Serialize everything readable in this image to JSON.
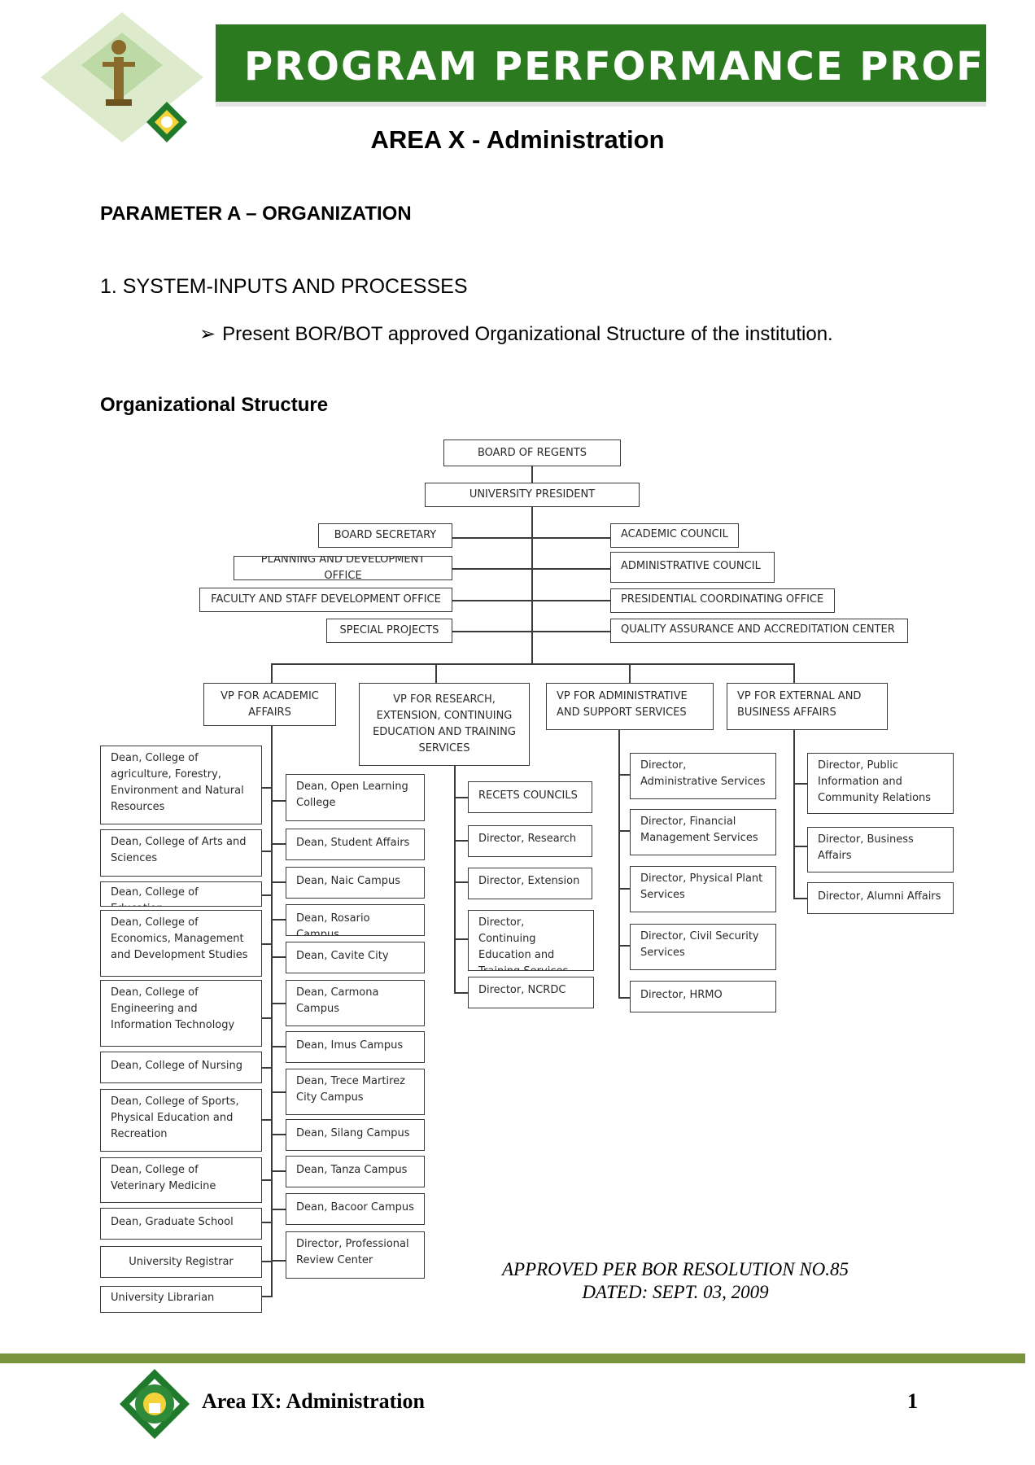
{
  "header": {
    "title": "PROGRAM PERFORMANCE PROFILE"
  },
  "area_title": "AREA X - Administration",
  "parameter_heading": "PARAMETER A – ORGANIZATION",
  "section_heading": "1. SYSTEM-INPUTS AND PROCESSES",
  "bullet": {
    "arrow": "➢",
    "text": "Present BOR/BOT approved Organizational Structure of the institution."
  },
  "org_heading": "Organizational Structure",
  "org_chart": {
    "board": "BOARD OF REGENTS",
    "president": "UNIVERSITY PRESIDENT",
    "left_staff": [
      "BOARD SECRETARY",
      "PLANNING AND DEVELOPMENT OFFICE",
      "FACULTY AND STAFF DEVELOPMENT OFFICE",
      "SPECIAL PROJECTS"
    ],
    "right_staff": [
      "ACADEMIC COUNCIL",
      "ADMINISTRATIVE COUNCIL",
      "PRESIDENTIAL COORDINATING OFFICE",
      "QUALITY ASSURANCE AND ACCREDITATION CENTER"
    ],
    "vp_academic": "VP FOR ACADEMIC AFFAIRS",
    "vp_research": "VP FOR RESEARCH, EXTENSION, CONTINUING EDUCATION AND TRAINING SERVICES",
    "vp_admin": "VP FOR ADMINISTRATIVE AND SUPPORT SERVICES",
    "vp_external": "VP FOR EXTERNAL AND BUSINESS AFFAIRS",
    "academic_colleges": [
      "Dean, College of agriculture, Forestry, Environment and Natural Resources",
      "Dean, College of Arts and Sciences",
      "Dean, College of Education",
      "Dean, College of Economics, Management and Development Studies",
      "Dean, College of Engineering and Information Technology",
      "Dean, College of Nursing",
      "Dean, College of Sports, Physical Education and Recreation",
      "Dean, College of Veterinary Medicine",
      "Dean, Graduate School",
      "University Registrar",
      "University Librarian"
    ],
    "academic_campuses": [
      "Dean, Open Learning College",
      "Dean, Student Affairs",
      "Dean, Naic Campus",
      "Dean, Rosario Campus",
      "Dean, Cavite City",
      "Dean, Carmona Campus",
      "Dean, Imus Campus",
      "Dean, Trece Martirez City Campus",
      "Dean, Silang Campus",
      "Dean, Tanza Campus",
      "Dean, Bacoor Campus",
      "Director, Professional Review Center"
    ],
    "research_units": [
      "RECETS COUNCILS",
      "Director, Research",
      "Director, Extension",
      "Director, Continuing Education and Training Services",
      "Director, NCRDC"
    ],
    "admin_units": [
      "Director, Administrative Services",
      "Director, Financial Management Services",
      "Director, Physical Plant Services",
      "Director, Civil Security Services",
      "Director, HRMO"
    ],
    "external_units": [
      "Director, Public Information and Community Relations",
      "Director, Business Affairs",
      "Director, Alumni Affairs"
    ]
  },
  "approval": {
    "line1": "APPROVED PER BOR RESOLUTION NO.85",
    "line2": "DATED:  SEPT. 03, 2009"
  },
  "footer": {
    "title": "Area IX: Administration",
    "page_number": "1"
  },
  "colors": {
    "header_green": "#2c7a1f",
    "footer_bar": "#77943c",
    "emblem_diamond": "#1f7a2b"
  }
}
